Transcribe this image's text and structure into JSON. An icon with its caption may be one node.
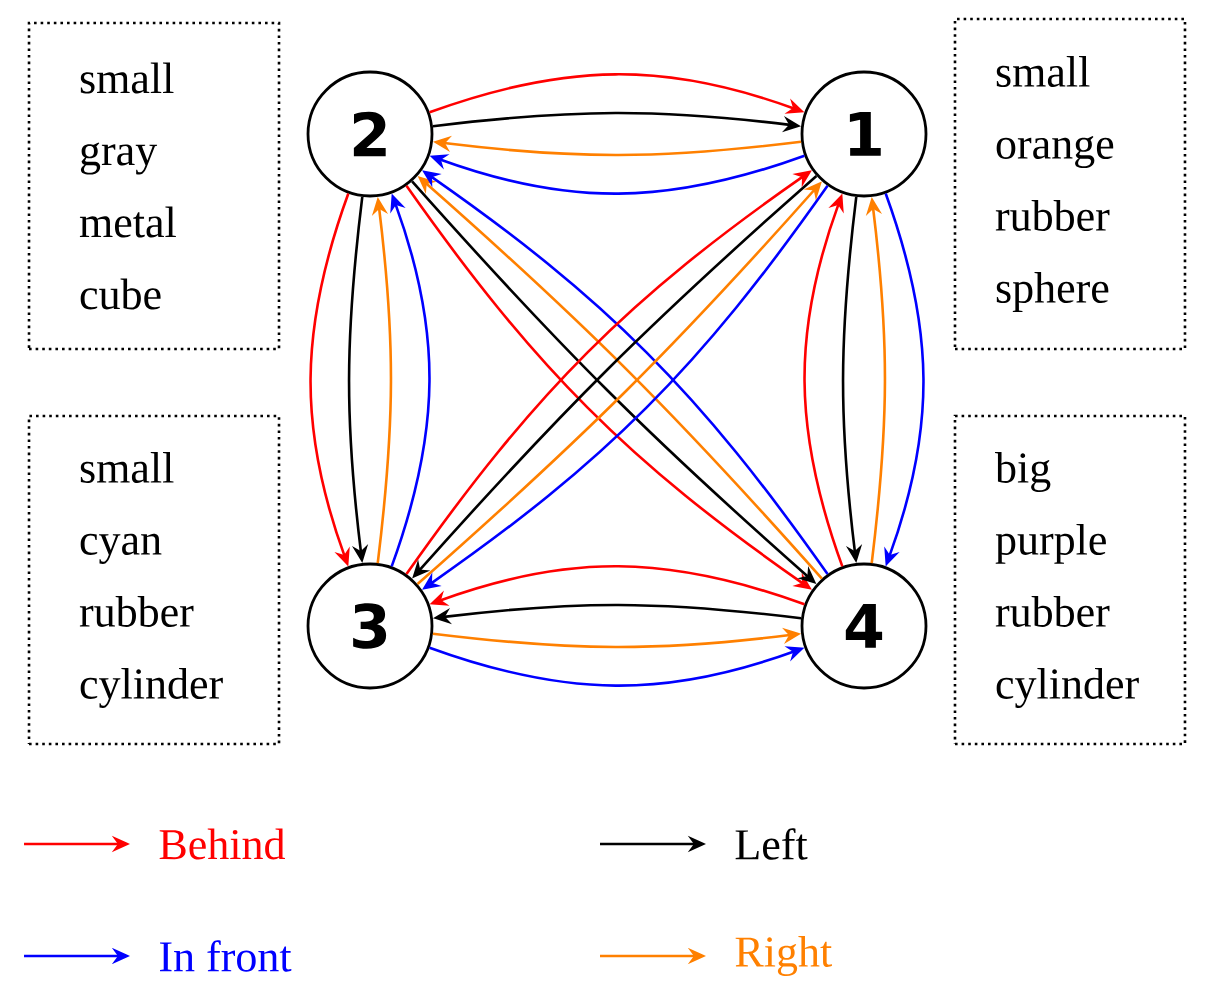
{
  "diagram": {
    "nodes": [
      {
        "text": [
          "small gray metal cube"
        ]
      },
      {
        "text": [
          "2"
        ]
      },
      {
        "text": [
          "1"
        ]
      },
      {
        "text": [
          "small orange rubber sphere"
        ]
      },
      {
        "text": [
          "small cyan rubber cylinder"
        ]
      },
      {
        "text": [
          "3"
        ]
      },
      {
        "text": [
          "4"
        ]
      },
      {
        "text": [
          "big purple rubber cylinder"
        ]
      }
    ],
    "edges": [
      {
        "from": 1,
        "to": 2,
        "arrow": "to",
        "color": "#ff0000"
      },
      {
        "from": 1,
        "to": 2,
        "arrow": "to",
        "color": "#000000"
      },
      {
        "from": 2,
        "to": 1,
        "arrow": "to",
        "color": "#ff8000"
      },
      {
        "from": 2,
        "to": 1,
        "arrow": "to",
        "color": "#0000ff"
      },
      {
        "from": 1,
        "to": 5,
        "arrow": "to",
        "color": "#ff0000"
      },
      {
        "from": 1,
        "to": 5,
        "arrow": "to",
        "color": "#000000"
      },
      {
        "from": 5,
        "to": 1,
        "arrow": "to",
        "color": "#ff8000"
      },
      {
        "from": 5,
        "to": 1,
        "arrow": "to",
        "color": "#0000ff"
      },
      {
        "from": 6,
        "to": 2,
        "arrow": "to",
        "color": "#ff0000"
      },
      {
        "from": 2,
        "to": 6,
        "arrow": "to",
        "color": "#000000"
      },
      {
        "from": 6,
        "to": 2,
        "arrow": "to",
        "color": "#ff8000"
      },
      {
        "from": 2,
        "to": 6,
        "arrow": "to",
        "color": "#0000ff"
      },
      {
        "from": 6,
        "to": 5,
        "arrow": "to",
        "color": "#ff0000"
      },
      {
        "from": 6,
        "to": 5,
        "arrow": "to",
        "color": "#000000"
      },
      {
        "from": 5,
        "to": 6,
        "arrow": "to",
        "color": "#ff8000"
      },
      {
        "from": 5,
        "to": 6,
        "arrow": "to",
        "color": "#0000ff"
      },
      {
        "from": 1,
        "to": 6,
        "arrow": "to",
        "color": "#ff0000"
      },
      {
        "from": 1,
        "to": 6,
        "arrow": "to",
        "color": "#000000"
      },
      {
        "from": 6,
        "to": 1,
        "arrow": "to",
        "color": "#ff8000"
      },
      {
        "from": 6,
        "to": 1,
        "arrow": "to",
        "color": "#0000ff"
      },
      {
        "from": 5,
        "to": 2,
        "arrow": "to",
        "color": "#ff0000"
      },
      {
        "from": 2,
        "to": 5,
        "arrow": "to",
        "color": "#000000"
      },
      {
        "from": 5,
        "to": 2,
        "arrow": "to",
        "color": "#ff8000"
      },
      {
        "from": 2,
        "to": 5,
        "arrow": "to",
        "color": "#0000ff"
      }
    ],
    "legend": [
      {
        "text": "Behind",
        "color": "#ff0000"
      },
      {
        "text": "Left",
        "color": "#000000"
      },
      {
        "text": "In front",
        "color": "#0000ff"
      },
      {
        "text": "Right",
        "color": "#ff8000"
      }
    ]
  }
}
